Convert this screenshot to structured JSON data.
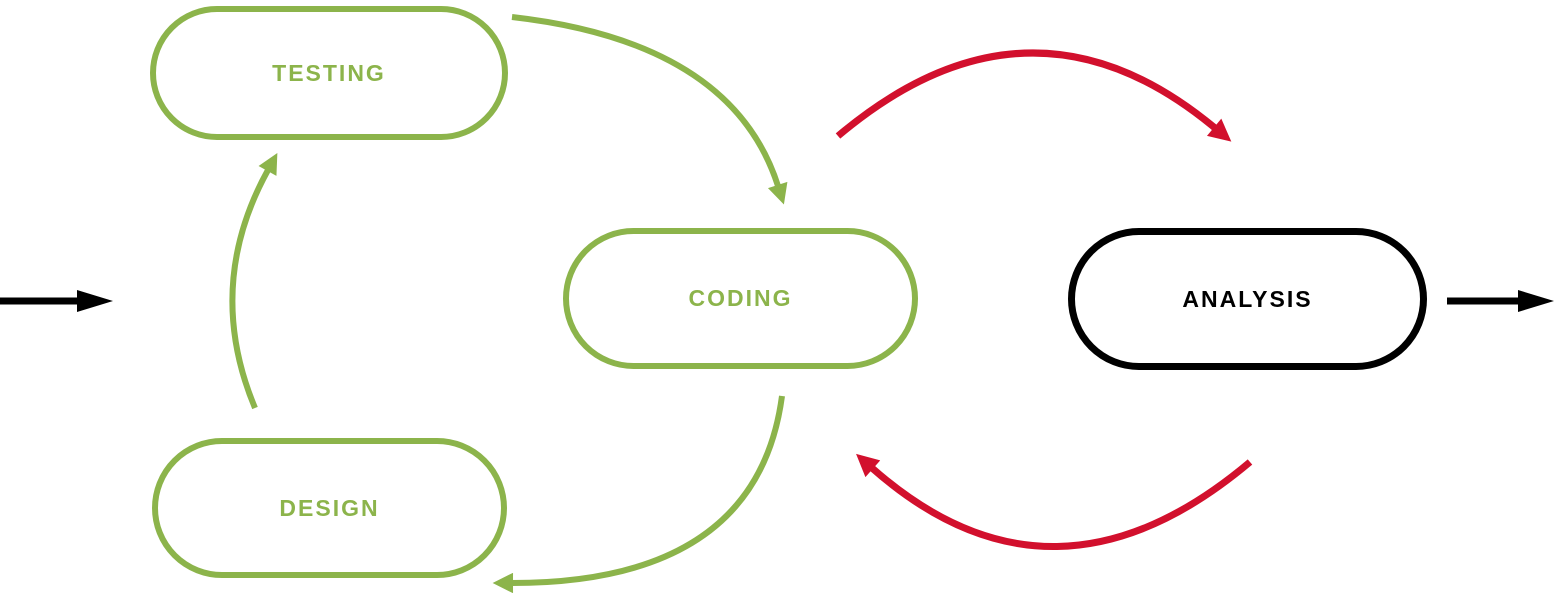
{
  "colors": {
    "green": "#8cb44b",
    "red": "#d2102d",
    "black": "#000000",
    "background": "#ffffff"
  },
  "nodes": {
    "testing": {
      "label": "TESTING",
      "color": "#8cb44b"
    },
    "coding": {
      "label": "CODING",
      "color": "#8cb44b"
    },
    "design": {
      "label": "DESIGN",
      "color": "#8cb44b"
    },
    "analysis": {
      "label": "ANALYSIS",
      "color": "#000000"
    }
  },
  "edges": [
    {
      "from": "testing",
      "to": "coding",
      "style": "curved-arrow",
      "color": "#8cb44b"
    },
    {
      "from": "coding",
      "to": "design",
      "style": "curved-arrow",
      "color": "#8cb44b"
    },
    {
      "from": "design",
      "to": "testing",
      "style": "curved-arrow",
      "color": "#8cb44b"
    },
    {
      "from": "coding",
      "to": "analysis",
      "style": "curved-arrow",
      "color": "#d2102d"
    },
    {
      "from": "analysis",
      "to": "coding",
      "style": "curved-arrow",
      "color": "#d2102d"
    },
    {
      "from": "external",
      "to": "diagram",
      "style": "straight-arrow",
      "color": "#000000"
    },
    {
      "from": "diagram",
      "to": "external",
      "style": "straight-arrow",
      "color": "#000000"
    }
  ]
}
